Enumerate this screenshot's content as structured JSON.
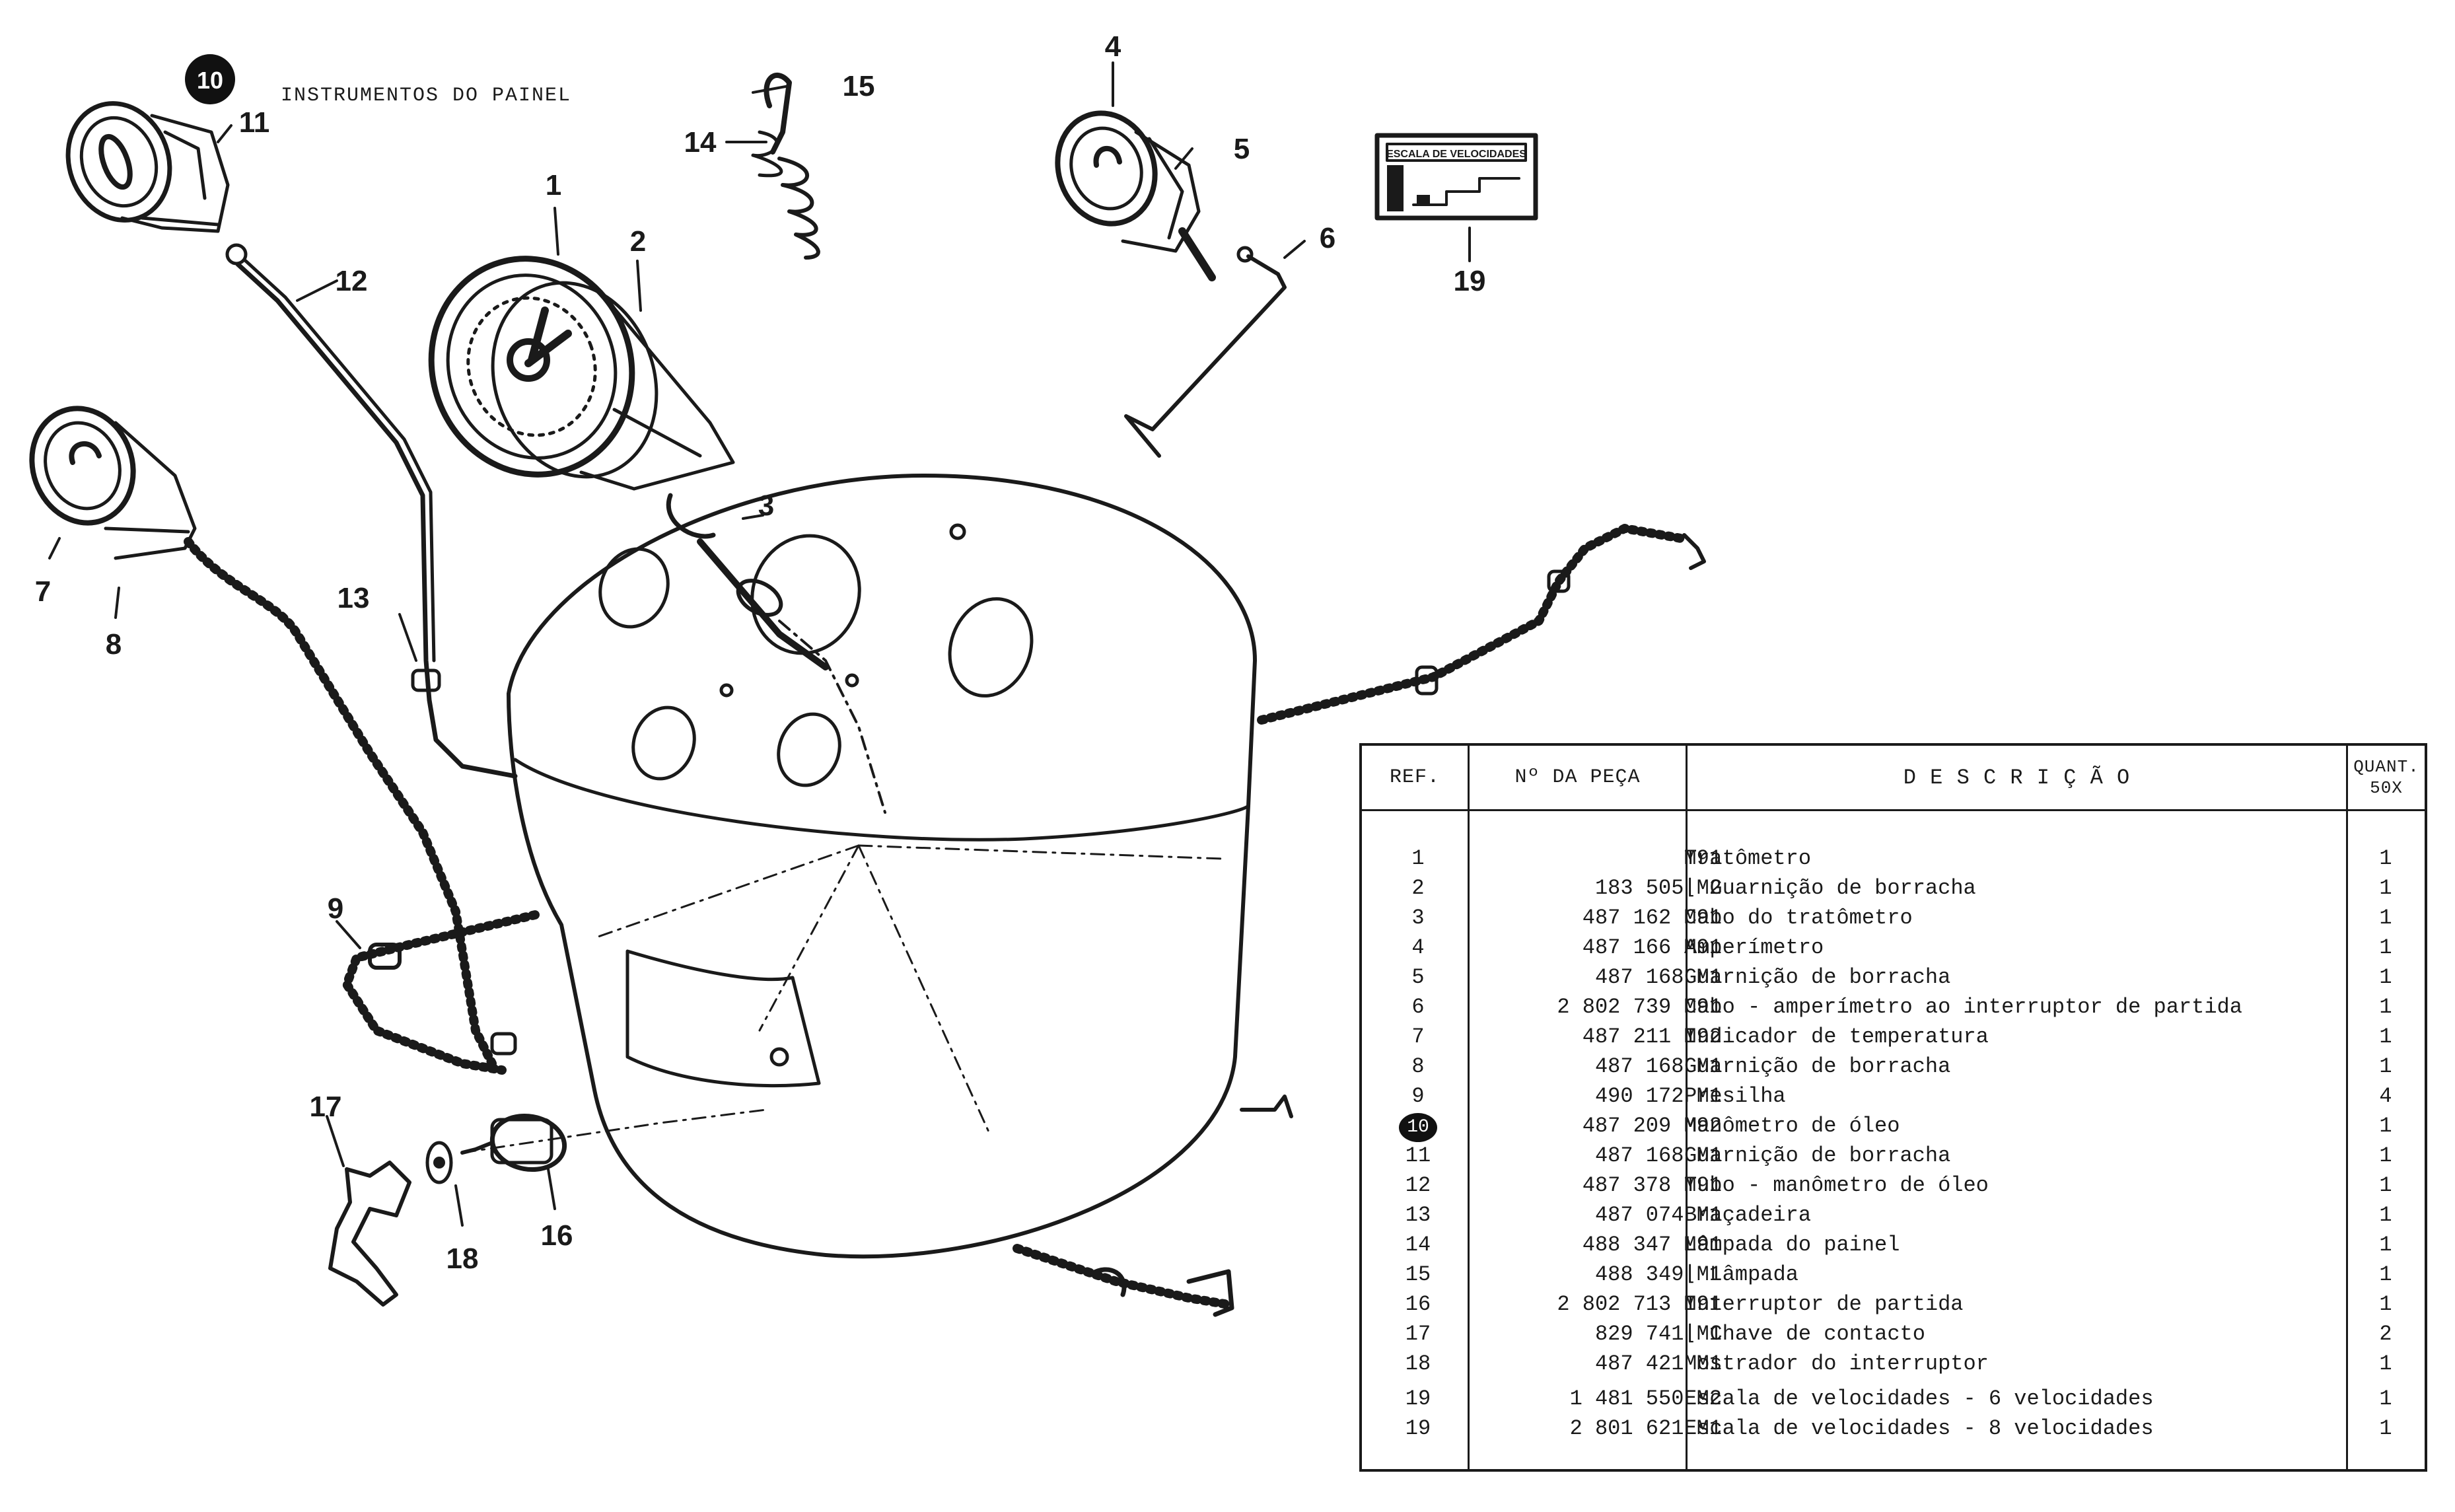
{
  "title": "INSTRUMENTOS DO PAINEL",
  "title_ref": "10",
  "callouts": [
    "1",
    "2",
    "3",
    "4",
    "5",
    "6",
    "7",
    "8",
    "9",
    "10",
    "11",
    "12",
    "13",
    "14",
    "15",
    "16",
    "17",
    "18",
    "19"
  ],
  "speed_scale_label": "ESCALA DE VELOCIDADES",
  "table": {
    "headers": {
      "ref": "REF.",
      "part_no": "Nº DA PEÇA",
      "description": "D E S C R I Ç Ã O",
      "qty": "QUANT.",
      "qty_sub": "50X"
    },
    "rows": [
      {
        "ref": "1",
        "part": "M91",
        "desc": "Tratômetro",
        "qty": "1"
      },
      {
        "ref": "2",
        "part": "183 505 M2",
        "desc": "⌊ Guarnição de borracha",
        "qty": "1"
      },
      {
        "ref": "3",
        "part": "487 162 M91",
        "desc": "Cabo do tratômetro",
        "qty": "1"
      },
      {
        "ref": "4",
        "part": "487 166 M91",
        "desc": "Amperímetro",
        "qty": "1"
      },
      {
        "ref": "5",
        "part": "487 168 M1",
        "desc": "Guarnição de borracha",
        "qty": "1"
      },
      {
        "ref": "6",
        "part": "2 802 739 M91",
        "desc": "Cabo - amperímetro ao interruptor de partida",
        "qty": "1"
      },
      {
        "ref": "7",
        "part": "487 211 M92",
        "desc": "Indicador de temperatura",
        "qty": "1"
      },
      {
        "ref": "8",
        "part": "487 168 M1",
        "desc": "Guarnição de borracha",
        "qty": "1"
      },
      {
        "ref": "9",
        "part": "490 172 M1",
        "desc": "Presilha",
        "qty": "4"
      },
      {
        "ref": "10",
        "part": "487 209 M92",
        "desc": "Manômetro de óleo",
        "qty": "1"
      },
      {
        "ref": "11",
        "part": "487 168 M1",
        "desc": "Guarnição de borracha",
        "qty": "1"
      },
      {
        "ref": "12",
        "part": "487 378 M91",
        "desc": "Tubo - manômetro de óleo",
        "qty": "1"
      },
      {
        "ref": "13",
        "part": "487 074 M1",
        "desc": "Braçadeira",
        "qty": "1"
      },
      {
        "ref": "14",
        "part": "488 347 M91",
        "desc": "Lâmpada do painel",
        "qty": "1"
      },
      {
        "ref": "15",
        "part": "488 349 M1",
        "desc": "⌊ Lâmpada",
        "qty": "1"
      },
      {
        "ref": "16",
        "part": "2 802 713 M91",
        "desc": "Interruptor de partida",
        "qty": "1"
      },
      {
        "ref": "17",
        "part": "829 741 M1",
        "desc": "⌊ Chave de contacto",
        "qty": "2"
      },
      {
        "ref": "18",
        "part": "487 421 M1",
        "desc": "Mostrador do interruptor",
        "qty": "1"
      },
      {
        "ref": "19",
        "part": "1 481 550 M2",
        "desc": "Escala de velocidades - 6 velocidades",
        "qty": "1"
      },
      {
        "ref": "19",
        "part": "2 801 621 M1",
        "desc": "Escala de velocidades - 8 velocidades",
        "qty": "1"
      }
    ]
  }
}
